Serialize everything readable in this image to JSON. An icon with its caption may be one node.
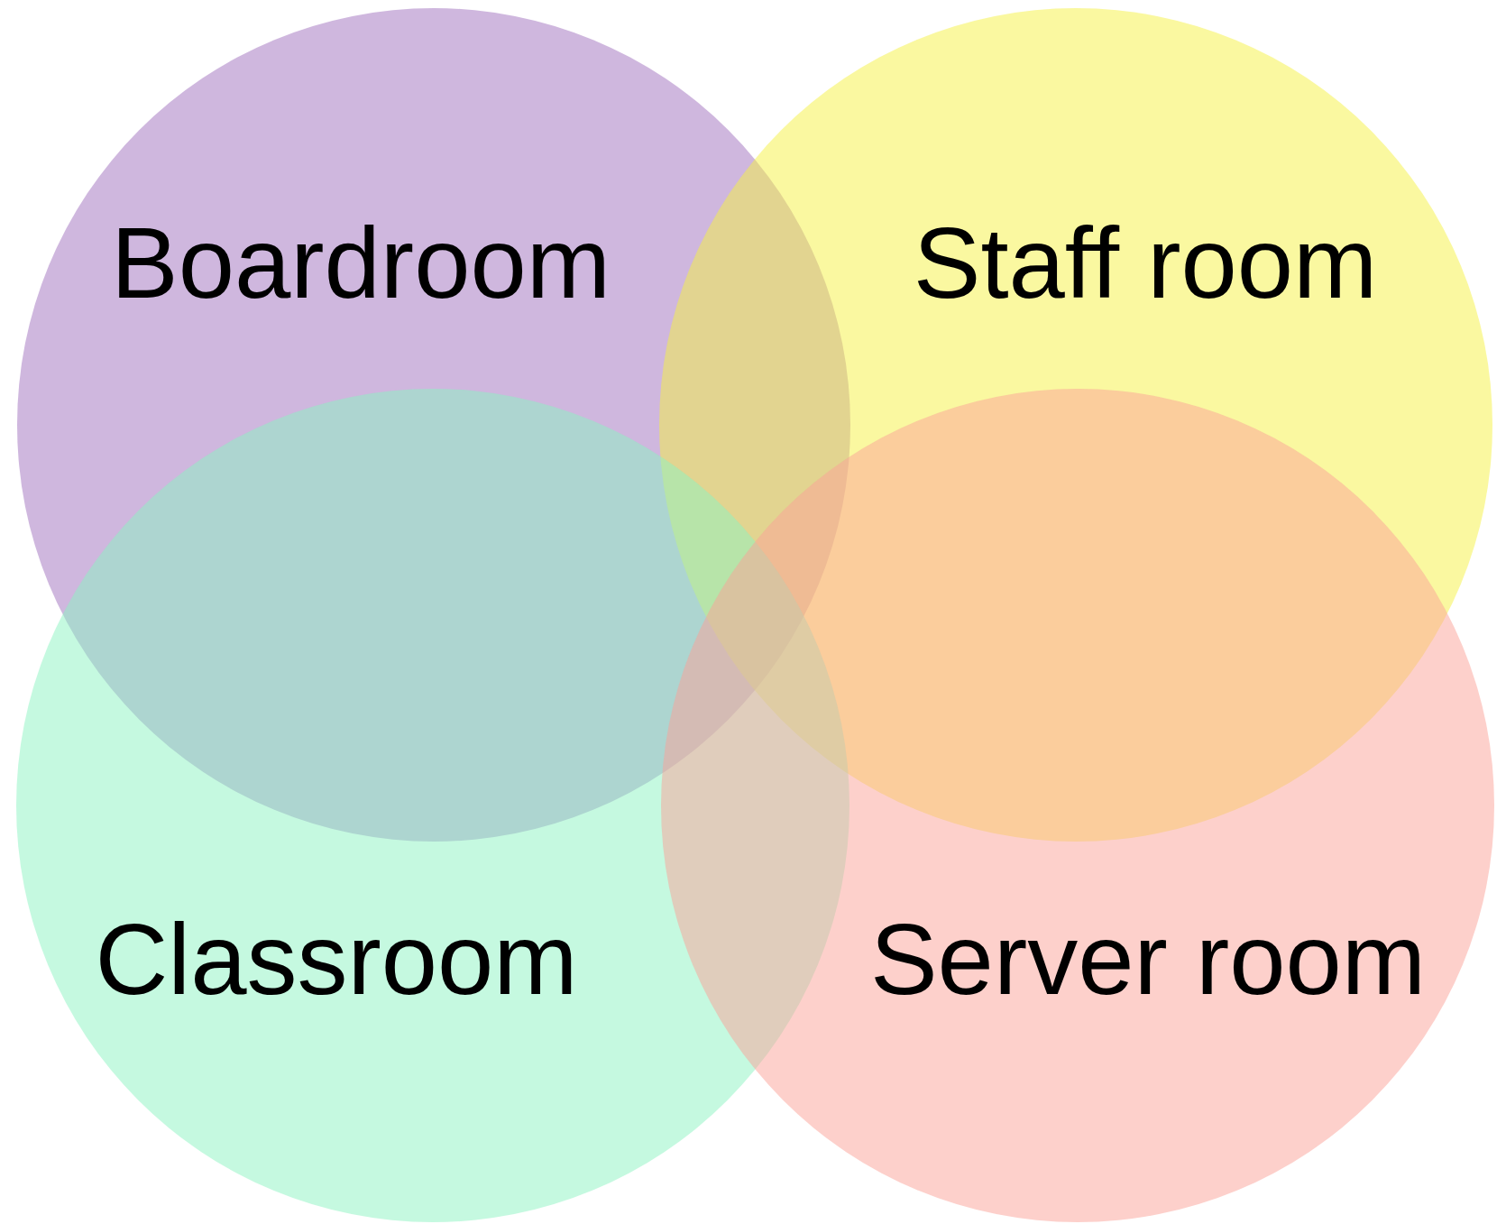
{
  "diagram": {
    "nodes": [
      {
        "text": [
          "Boardroom"
        ]
      },
      {
        "text": [
          "Staff room"
        ]
      },
      {
        "text": [
          "Classroom"
        ]
      },
      {
        "text": [
          "Server room"
        ]
      }
    ]
  }
}
